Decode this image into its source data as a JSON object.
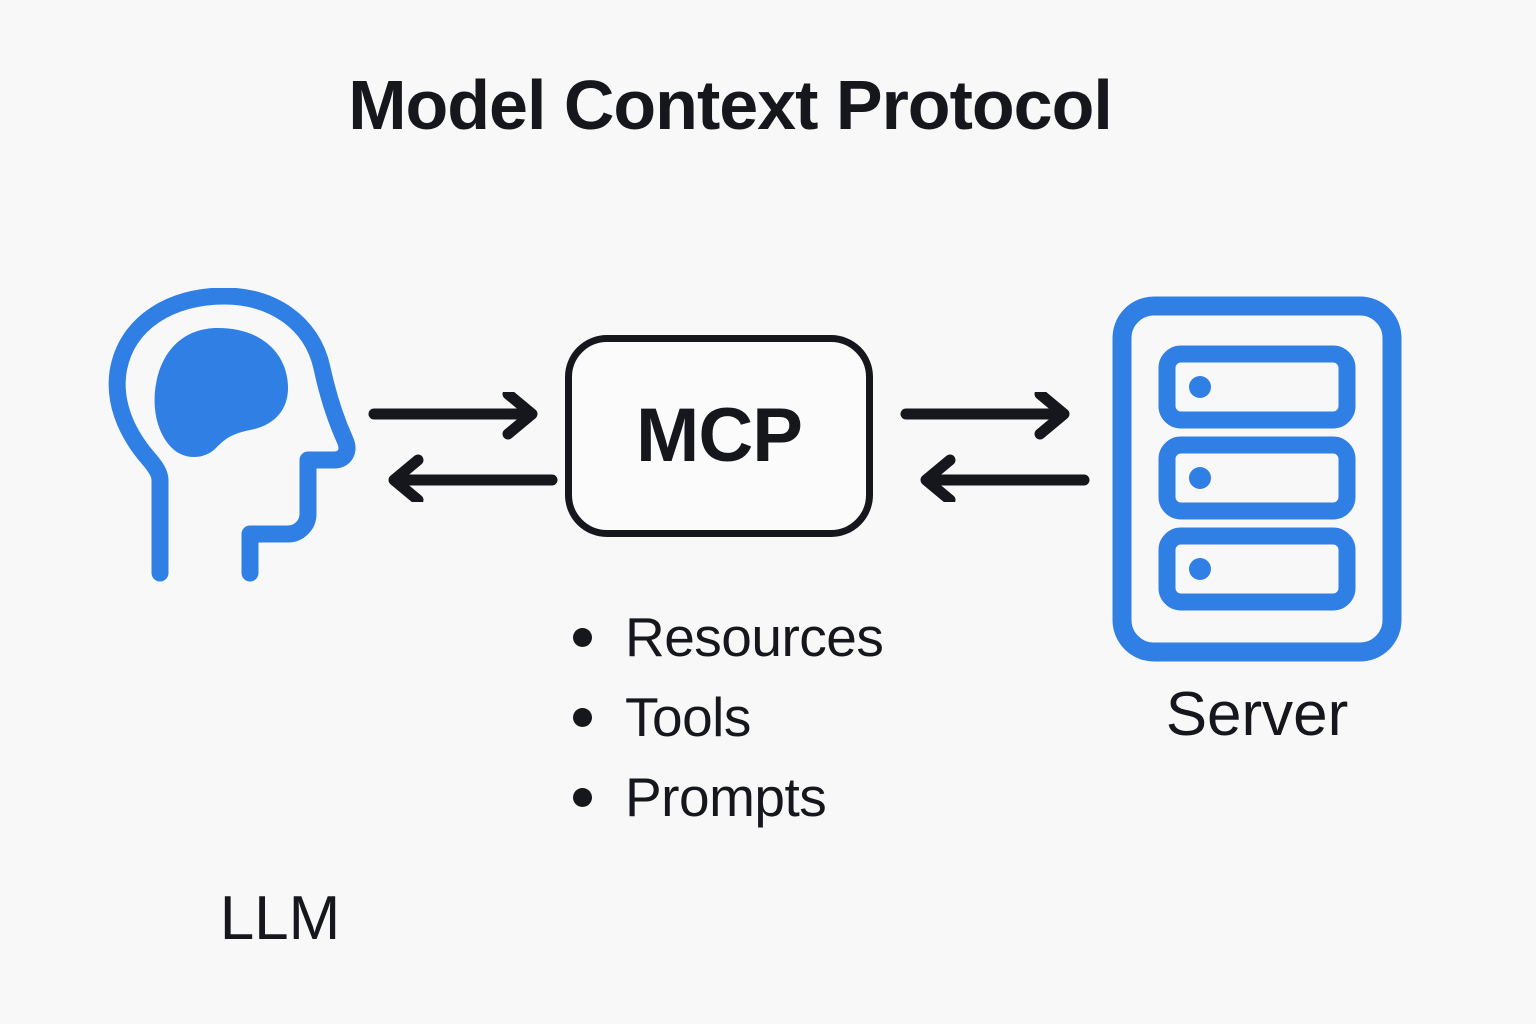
{
  "diagram": {
    "title": "Model Context Protocol",
    "background_color": "#f8f8f9",
    "accent_color": "#2f7fe4",
    "text_color": "#15171c"
  },
  "nodes": {
    "llm": {
      "label": "LLM",
      "icon": "brain-head-icon",
      "color": "#2f7fe4"
    },
    "mcp": {
      "label": "MCP",
      "shape": "rounded-rectangle",
      "border_color": "#15171c"
    },
    "server": {
      "label": "Server",
      "icon": "server-rack-icon",
      "color": "#2f7fe4",
      "bays": 3
    }
  },
  "connections": {
    "llm_to_mcp": {
      "forward_icon": "arrow-right-icon",
      "reverse_icon": "arrow-left-icon",
      "color": "#15171c"
    },
    "mcp_to_server": {
      "forward_icon": "arrow-right-icon",
      "reverse_icon": "arrow-left-icon",
      "color": "#15171c"
    }
  },
  "features": [
    {
      "label": "Resources"
    },
    {
      "label": "Tools"
    },
    {
      "label": "Prompts"
    }
  ]
}
